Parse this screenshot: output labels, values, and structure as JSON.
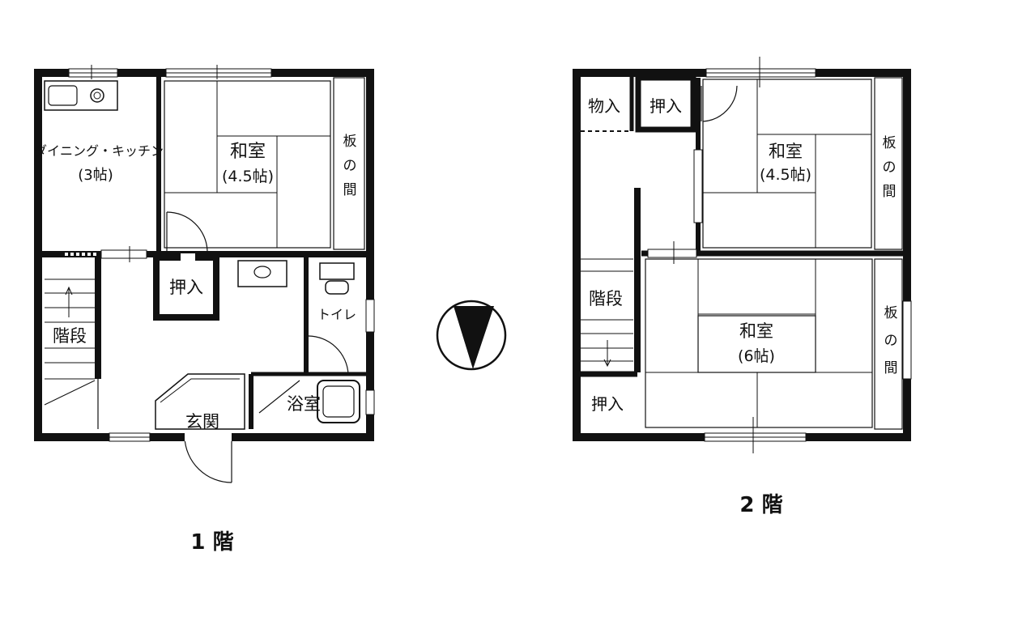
{
  "floor1": {
    "caption": "1 階",
    "dining_kitchen": {
      "name": "ダイニング・キッチン",
      "size": "(3帖)"
    },
    "washitsu": {
      "name": "和室",
      "size": "(4.5帖)"
    },
    "itanoma": [
      "板",
      "の",
      "間"
    ],
    "oshiire": "押入",
    "toilet": "トイレ",
    "stairs": "階段",
    "bath": "浴室",
    "entrance": "玄関"
  },
  "floor2": {
    "caption": "2 階",
    "monoire": "物入",
    "oshiire_top": "押入",
    "washitsu_a": {
      "name": "和室",
      "size": "(4.5帖)"
    },
    "itanoma_a": [
      "板",
      "の",
      "間"
    ],
    "stairs": "階段",
    "washitsu_b": {
      "name": "和室",
      "size": "(6帖)"
    },
    "itanoma_b": [
      "板",
      "の",
      "間"
    ],
    "oshiire_bottom": "押入"
  }
}
